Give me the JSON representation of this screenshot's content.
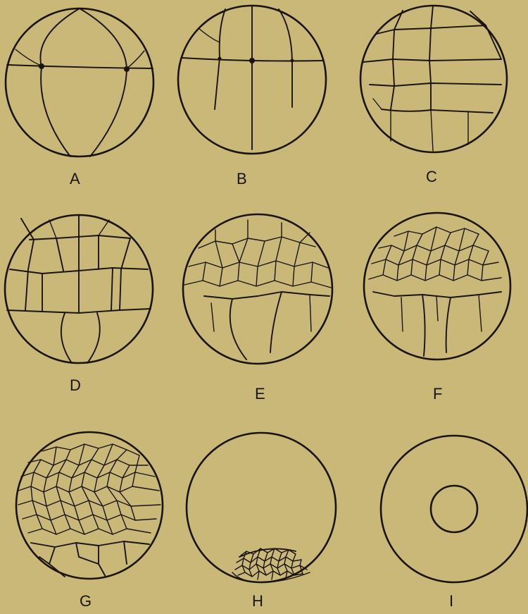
{
  "figure": {
    "panels": [
      {
        "id": "A",
        "label": "A"
      },
      {
        "id": "B",
        "label": "B"
      },
      {
        "id": "C",
        "label": "C"
      },
      {
        "id": "D",
        "label": "D"
      },
      {
        "id": "E",
        "label": "E"
      },
      {
        "id": "F",
        "label": "F"
      },
      {
        "id": "G",
        "label": "G"
      },
      {
        "id": "H",
        "label": "H"
      },
      {
        "id": "I",
        "label": "I"
      }
    ]
  },
  "colors": {
    "paper": "#c9b878",
    "ink": "#1a140c"
  }
}
